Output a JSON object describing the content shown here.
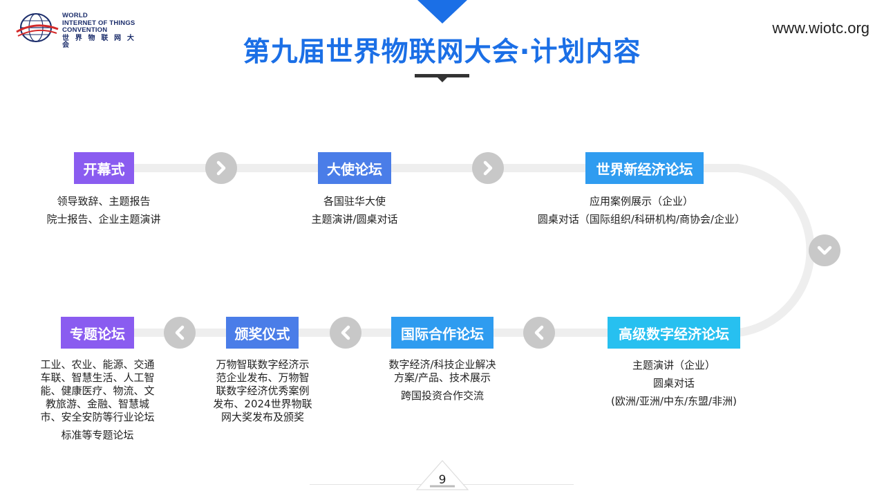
{
  "header": {
    "logo": {
      "line1": "WORLD",
      "line2": "INTERNET OF THINGS",
      "line3": "CONVENTION",
      "cn": "世 界 物 联 网 大 会"
    },
    "url": "www.wiotc.org",
    "title": "第九届世界物联网大会·计划内容"
  },
  "steps": [
    {
      "label": "开幕式",
      "lines": [
        "领导致辞、主题报告",
        "院士报告、企业主题演讲"
      ]
    },
    {
      "label": "大使论坛",
      "lines": [
        "各国驻华大使",
        "主题演讲/圆桌对话"
      ]
    },
    {
      "label": "世界新经济论坛",
      "lines": [
        "应用案例展示（企业）",
        "圆桌对话（国际组织/科研机构/商协会/企业）"
      ]
    },
    {
      "label": "高级数字经济论坛",
      "lines": [
        "主题演讲（企业）",
        "圆桌对话",
        "(欧洲/亚洲/中东/东盟/非洲)"
      ]
    },
    {
      "label": "国际合作论坛",
      "lines": [
        "数字经济/科技企业解决",
        "方案/产品、技术展示",
        "跨国投资合作交流"
      ]
    },
    {
      "label": "颁奖仪式",
      "lines": [
        "万物智联数字经济示",
        "范企业发布、万物智",
        "联数字经济优秀案例",
        "发布、2024世界物联",
        "网大奖发布及颁奖"
      ]
    },
    {
      "label": "专题论坛",
      "lines": [
        "工业、农业、能源、交通",
        "车联、智慧生活、人工智",
        "能、健康医疗、物流、文",
        "教旅游、金融、智慧城",
        "市、安全安防等行业论坛",
        "标准等专题论坛"
      ]
    }
  ],
  "footer": {
    "page": "9"
  },
  "colors": {
    "title": "#1b6fe6",
    "purple": "#8a5cf0",
    "blue": "#4a7de8",
    "cyan": "#2f9cf0",
    "teal": "#27c0f0",
    "track": "#eeeeee",
    "arrow_circle": "#c8c8c8"
  },
  "icons": [
    "globe-logo-icon",
    "chevron-right-icon",
    "chevron-down-icon",
    "chevron-left-icon"
  ]
}
